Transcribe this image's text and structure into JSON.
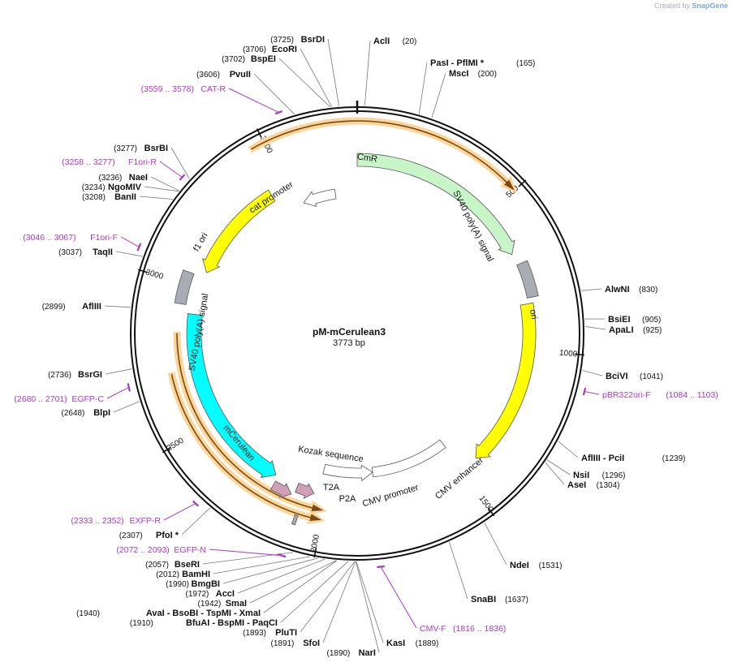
{
  "credit": {
    "prefix": "Created by",
    "brand": "SnapGene"
  },
  "plasmid": {
    "name": "pM-mCerulean3",
    "length_label": "3773 bp",
    "length": 3773
  },
  "tick_labels": [
    {
      "pos": 500,
      "label": "500"
    },
    {
      "pos": 1000,
      "label": "1000"
    },
    {
      "pos": 1500,
      "label": "1500"
    },
    {
      "pos": 2000,
      "label": "2000"
    },
    {
      "pos": 2500,
      "label": "2500"
    },
    {
      "pos": 3000,
      "label": "3000"
    },
    {
      "pos": 3500,
      "label": "3500"
    }
  ],
  "sites": [
    {
      "name": "AclI",
      "pos_label": "(20)",
      "pos": 20
    },
    {
      "name": "PasI  - PflMI *",
      "pos_label": "(165)",
      "pos": 165
    },
    {
      "name": "MscI",
      "pos_label": "(200)",
      "pos": 200
    },
    {
      "name": "AlwNI",
      "pos_label": "(830)",
      "pos": 830
    },
    {
      "name": "BsiEI",
      "pos_label": "(905)",
      "pos": 905
    },
    {
      "name": "ApaLI",
      "pos_label": "(925)",
      "pos": 925
    },
    {
      "name": "BciVI",
      "pos_label": "(1041)",
      "pos": 1041
    },
    {
      "name": "AflIII  - PciI",
      "pos_label": "(1239)",
      "pos": 1239
    },
    {
      "name": "NsiI",
      "pos_label": "(1296)",
      "pos": 1296
    },
    {
      "name": "AseI",
      "pos_label": "(1304)",
      "pos": 1304
    },
    {
      "name": "NdeI",
      "pos_label": "(1531)",
      "pos": 1531
    },
    {
      "name": "SnaBI",
      "pos_label": "(1637)",
      "pos": 1637
    },
    {
      "name": "KasI",
      "pos_label": "(1889)",
      "pos": 1889
    },
    {
      "name": "NarI",
      "pos_label": "(1890)",
      "pos": 1890
    },
    {
      "name": "SfoI",
      "pos_label": "(1891)",
      "pos": 1891
    },
    {
      "name": "PluTI",
      "pos_label": "(1893)",
      "pos": 1893
    },
    {
      "name": "BfuAI  - BspMI  - PaqCI",
      "pos_label": "(1910)",
      "pos": 1910
    },
    {
      "name": "AvaI  - BsoBI  - TspMI  - XmaI",
      "pos_label": "(1940)",
      "pos": 1940
    },
    {
      "name": "SmaI",
      "pos_label": "(1942)",
      "pos": 1942
    },
    {
      "name": "AccI",
      "pos_label": "(1972)",
      "pos": 1972
    },
    {
      "name": "BmgBI",
      "pos_label": "(1990)",
      "pos": 1990
    },
    {
      "name": "BamHI",
      "pos_label": "(2012)",
      "pos": 2012
    },
    {
      "name": "BseRI",
      "pos_label": "(2057)",
      "pos": 2057
    },
    {
      "name": "PfoI *",
      "pos_label": "(2307)",
      "pos": 2307
    },
    {
      "name": "BlpI",
      "pos_label": "(2648)",
      "pos": 2648
    },
    {
      "name": "BsrGI",
      "pos_label": "(2736)",
      "pos": 2736
    },
    {
      "name": "AflIII",
      "pos_label": "(2899)",
      "pos": 2899
    },
    {
      "name": "TaqII",
      "pos_label": "(3037)",
      "pos": 3037
    },
    {
      "name": "BanII",
      "pos_label": "(3208)",
      "pos": 3208
    },
    {
      "name": "NgoMIV",
      "pos_label": "(3234)",
      "pos": 3234
    },
    {
      "name": "NaeI",
      "pos_label": "(3236)",
      "pos": 3236
    },
    {
      "name": "BsrBI",
      "pos_label": "(3277)",
      "pos": 3277
    },
    {
      "name": "PvuII",
      "pos_label": "(3606)",
      "pos": 3606
    },
    {
      "name": "BspEI",
      "pos_label": "(3702)",
      "pos": 3702
    },
    {
      "name": "EcoRI",
      "pos_label": "(3706)",
      "pos": 3706
    },
    {
      "name": "BsrDI",
      "pos_label": "(3725)",
      "pos": 3725
    }
  ],
  "primers": [
    {
      "name": "pBR322ori-F",
      "range": "(1084 .. 1103)",
      "start": 1084,
      "end": 1103
    },
    {
      "name": "CMV-F",
      "range": "(1816 .. 1836)",
      "start": 1816,
      "end": 1836
    },
    {
      "name": "EGFP-N",
      "range": "(2072 .. 2093)",
      "start": 2072,
      "end": 2093
    },
    {
      "name": "EXFP-R",
      "range": "(2333 .. 2352)",
      "start": 2333,
      "end": 2352
    },
    {
      "name": "EGFP-C",
      "range": "(2680 .. 2701)",
      "start": 2680,
      "end": 2701
    },
    {
      "name": "F1ori-F",
      "range": "(3046 .. 3067)",
      "start": 3046,
      "end": 3067
    },
    {
      "name": "F1ori-R",
      "range": "(3258 .. 3277)",
      "start": 3258,
      "end": 3277
    },
    {
      "name": "CAT-R",
      "range": "(3559 .. 3578)",
      "start": 3559,
      "end": 3578
    }
  ],
  "features": [
    {
      "name": "CmR",
      "start": 0,
      "end": 660,
      "direction": "cw",
      "color": "#c8f5c8"
    },
    {
      "name": "SV40 poly(A) signal",
      "start": 700,
      "end": 820,
      "direction": "none",
      "color": "#a8adb4"
    },
    {
      "name": "ori",
      "start": 840,
      "end": 1430,
      "direction": "cw",
      "color": "#ffff00"
    },
    {
      "name": "CMV enhancer",
      "start": 1490,
      "end": 1820,
      "direction": "none",
      "color": "#ffffff"
    },
    {
      "name": "CMV promoter",
      "start": 1820,
      "end": 2030,
      "direction": "ccw",
      "color": "#ffffff"
    },
    {
      "name": "Kozak sequence",
      "start": 2075,
      "end": 2085,
      "direction": "none",
      "color": "#a8adb4"
    },
    {
      "name": "P2A",
      "start": 2045,
      "end": 2110,
      "direction": "ccw",
      "color": "#d0a0b8"
    },
    {
      "name": "T2A",
      "start": 2120,
      "end": 2190,
      "direction": "ccw",
      "color": "#d0a0b8"
    },
    {
      "name": "mCerulean",
      "start": 2200,
      "end": 2900,
      "direction": "ccw",
      "color": "#00ffff"
    },
    {
      "name": "SV40 poly(A) signal",
      "start": 2930,
      "end": 3040,
      "direction": "none",
      "color": "#a8adb4"
    },
    {
      "name": "f1 ori",
      "start": 3060,
      "end": 3440,
      "direction": "ccw",
      "color": "#ffff00"
    },
    {
      "name": "cat promoter",
      "start": 3540,
      "end": 3680,
      "direction": "ccw",
      "color": "#ffffff"
    }
  ],
  "orfs": [
    {
      "start": 3460,
      "end": 500,
      "direction": "cw"
    },
    {
      "start": 2000,
      "end": 2700,
      "direction": "ccw"
    },
    {
      "start": 2000,
      "end": 2830,
      "direction": "ccw"
    }
  ],
  "colors": {
    "primer": "#a838c8",
    "orf_fill": "#fbd59a",
    "orf_line": "#7a4a10",
    "backbone": "#111111"
  }
}
